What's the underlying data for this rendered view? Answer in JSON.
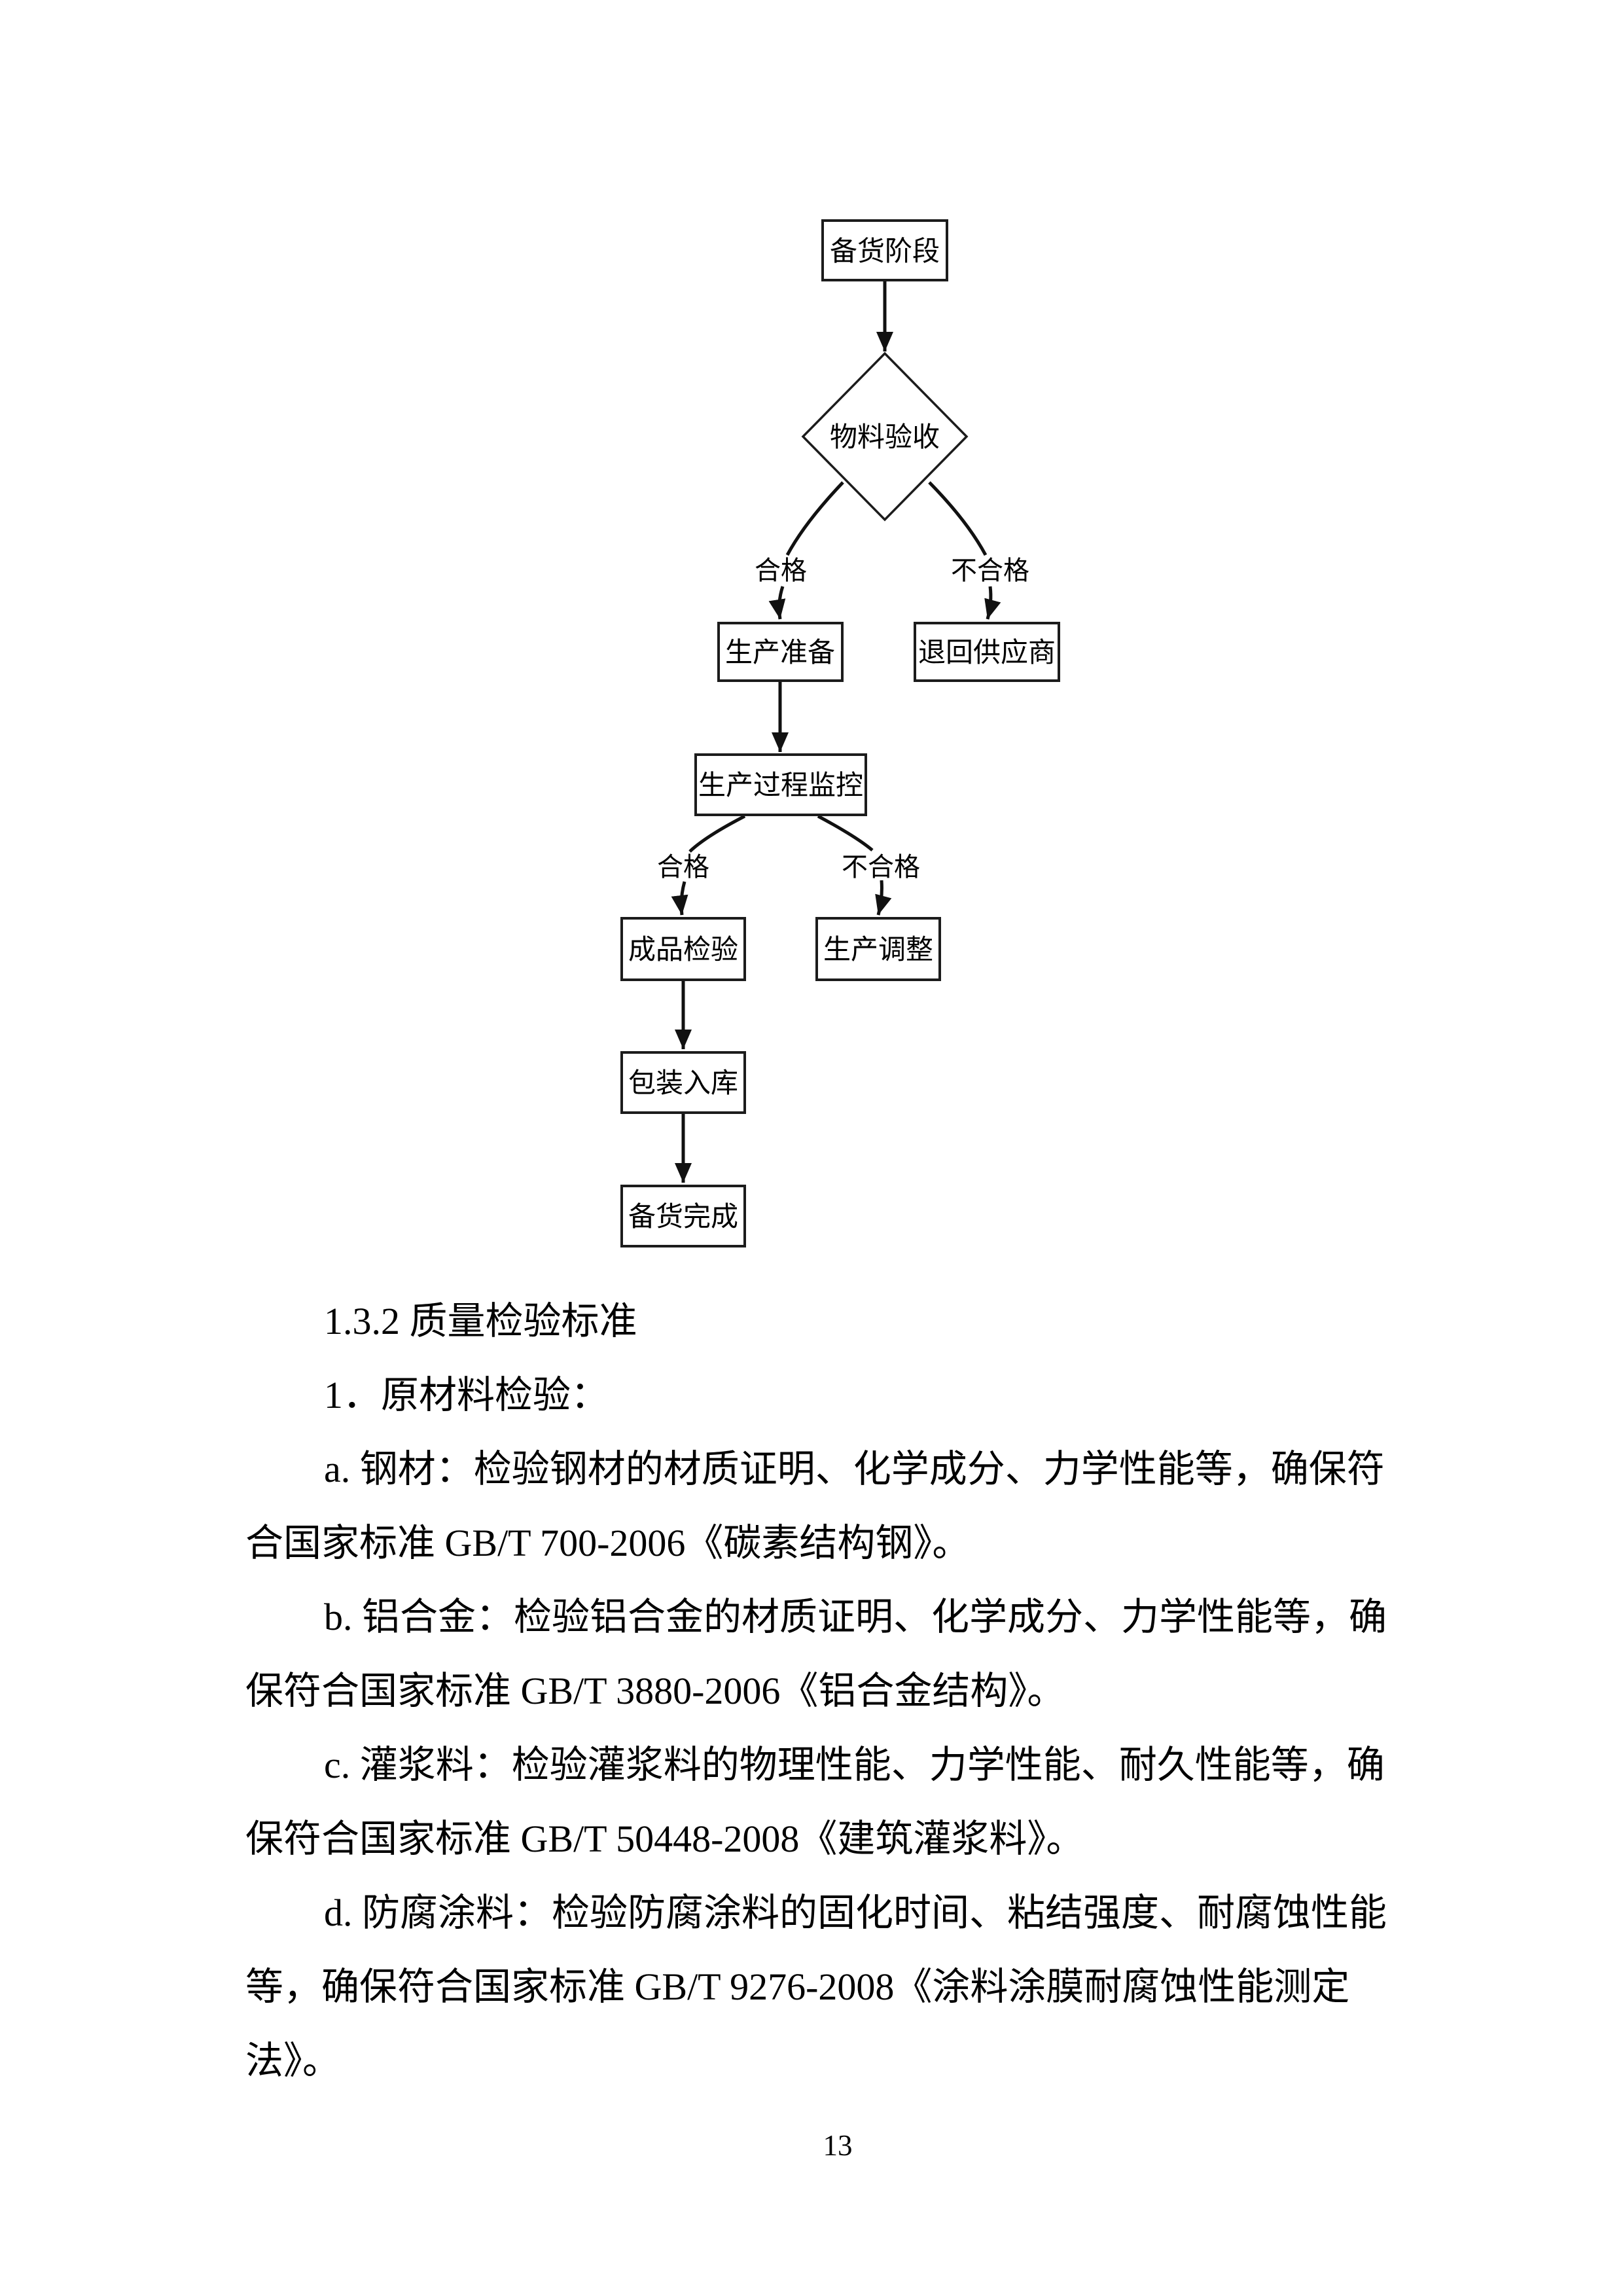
{
  "page": {
    "number": "13",
    "background": "#ffffff",
    "line_color": "#1c1c1c",
    "text_color": "#000000"
  },
  "flowchart": {
    "nodes": {
      "start": "备货阶段",
      "decision1": "物料验收",
      "prep": "生产准备",
      "return_supplier": "退回供应商",
      "monitor": "生产过程监控",
      "final_inspect": "成品检验",
      "adjust": "生产调整",
      "package": "包装入库",
      "done": "备货完成"
    },
    "edge_labels": {
      "pass1": "合格",
      "fail1": "不合格",
      "pass2": "合格",
      "fail2": "不合格"
    }
  },
  "document": {
    "lines": [
      "1.3.2 质量检验标准",
      "1．原材料检验：",
      "a. 钢材：检验钢材的材质证明、化学成分、力学性能等，确保符",
      "合国家标准 GB/T 700-2006《碳素结构钢》。",
      "b. 铝合金：检验铝合金的材质证明、化学成分、力学性能等，确",
      "保符合国家标准 GB/T 3880-2006《铝合金结构》。",
      "c. 灌浆料：检验灌浆料的物理性能、力学性能、耐久性能等，确",
      "保符合国家标准 GB/T 50448-2008《建筑灌浆料》。",
      "d. 防腐涂料：检验防腐涂料的固化时间、粘结强度、耐腐蚀性能",
      "等，确保符合国家标准 GB/T 9276-2008《涂料涂膜耐腐蚀性能测定",
      "法》。"
    ]
  }
}
